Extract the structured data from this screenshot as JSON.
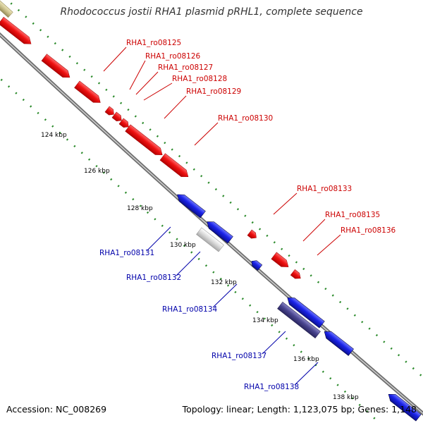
{
  "header": {
    "title": "Rhodococcus jostii RHA1 plasmid pRHL1, complete sequence"
  },
  "footer": {
    "accession": "Accession: NC_008269",
    "summary": "Topology: linear; Length: 1,123,075 bp; Genes: 1,148"
  },
  "colors": {
    "forward_gene": "#ee1111",
    "reverse_gene": "#1a22e8",
    "reverse_gene_dark": "#4a4690",
    "pseudo_gene": "#d8d8d8",
    "top_gene": "#c9bf8a",
    "backbone": "#8a8a8a",
    "forward_label": "#cc0000",
    "reverse_label": "#0000aa",
    "tick_dots": "#2a8a2a"
  },
  "scale": {
    "unit": "kbp",
    "ticks": [
      "124 kbp",
      "126 kbp",
      "128 kbp",
      "130 kbp",
      "132 kbp",
      "134 kbp",
      "136 kbp",
      "138 kbp"
    ]
  },
  "forward_genes": [
    {
      "label": "RHA1_ro08125"
    },
    {
      "label": "RHA1_ro08126"
    },
    {
      "label": "RHA1_ro08127"
    },
    {
      "label": "RHA1_ro08128"
    },
    {
      "label": "RHA1_ro08129"
    },
    {
      "label": "RHA1_ro08130"
    },
    {
      "label": "RHA1_ro08133"
    },
    {
      "label": "RHA1_ro08135"
    },
    {
      "label": "RHA1_ro08136"
    }
  ],
  "reverse_genes": [
    {
      "label": "RHA1_ro08131"
    },
    {
      "label": "RHA1_ro08132"
    },
    {
      "label": "RHA1_ro08134"
    },
    {
      "label": "RHA1_ro08137"
    },
    {
      "label": "RHA1_ro08138"
    }
  ]
}
